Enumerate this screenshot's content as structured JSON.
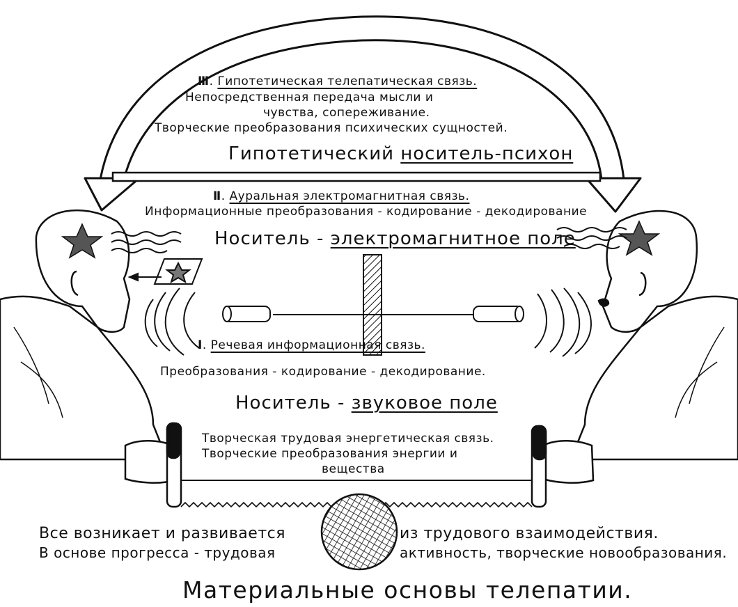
{
  "level3": {
    "numeral": "Ⅲ",
    "title": "Гипотетическая  телепатическая  связь.",
    "line1": "Непосредственная передача мысли    и",
    "line2": "чувства, сопереживание.",
    "line3": "Творческие преобразования психических сущностей.",
    "carrier_prefix": "Гипотетический ",
    "carrier": "носитель-психон"
  },
  "level2": {
    "numeral": "Ⅱ",
    "title": "Ауральная электромагнитная связь.",
    "line1": "Информационные преобразования - кодирование - декодирование",
    "carrier_prefix": "Носитель - ",
    "carrier": "электромагнитное поле"
  },
  "level1": {
    "numeral": "Ⅰ",
    "title": "Речевая информационная связь.",
    "line1": "Преобразования - кодирование - декодирование.",
    "carrier_prefix": "Носитель - ",
    "carrier": "звуковое поле"
  },
  "labor": {
    "line1": "Творческая трудовая энергетическая связь.",
    "line2": "Творческие преобразования  энергии и",
    "line3": "вещества"
  },
  "bottom": {
    "left_line1": "Все возникает и развивается",
    "left_line2": "В основе прогресса - трудовая",
    "right_line1": "из трудового взаимодействия.",
    "right_line2": "активность, творческие новообразования."
  },
  "title": "Материальные основы телепатии."
}
